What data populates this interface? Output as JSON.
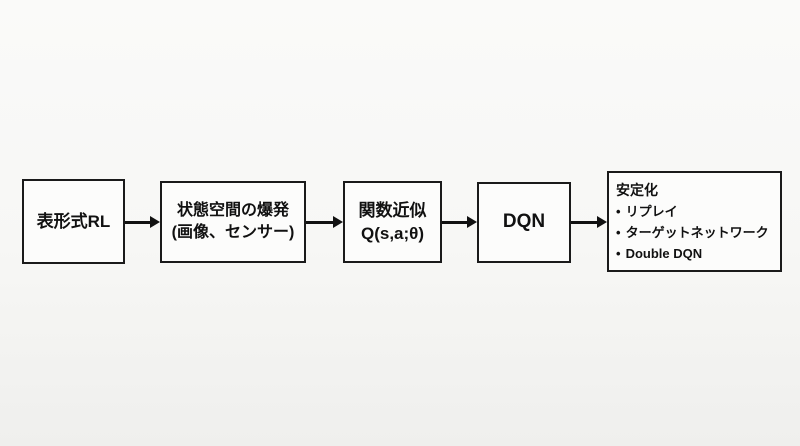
{
  "diagram": {
    "nodes": {
      "tabular_rl": {
        "label": "表形式RL"
      },
      "state_space": {
        "line1": "状態空間の爆発",
        "line2": "(画像、センサー)"
      },
      "function_approx": {
        "line1": "関数近似",
        "line2": "Q(s,a;θ)"
      },
      "dqn": {
        "label": "DQN"
      },
      "stabilization": {
        "title": "安定化",
        "bullet_char": "•",
        "items": [
          "リプレイ",
          "ターゲットネットワーク",
          "Double DQN"
        ]
      }
    },
    "colors": {
      "background_top": "#fafaf9",
      "background_bottom": "#efefed",
      "box_fill": "#fcfcfb",
      "box_border": "#1a1a1a",
      "text": "#111111",
      "arrow": "#111111"
    }
  }
}
